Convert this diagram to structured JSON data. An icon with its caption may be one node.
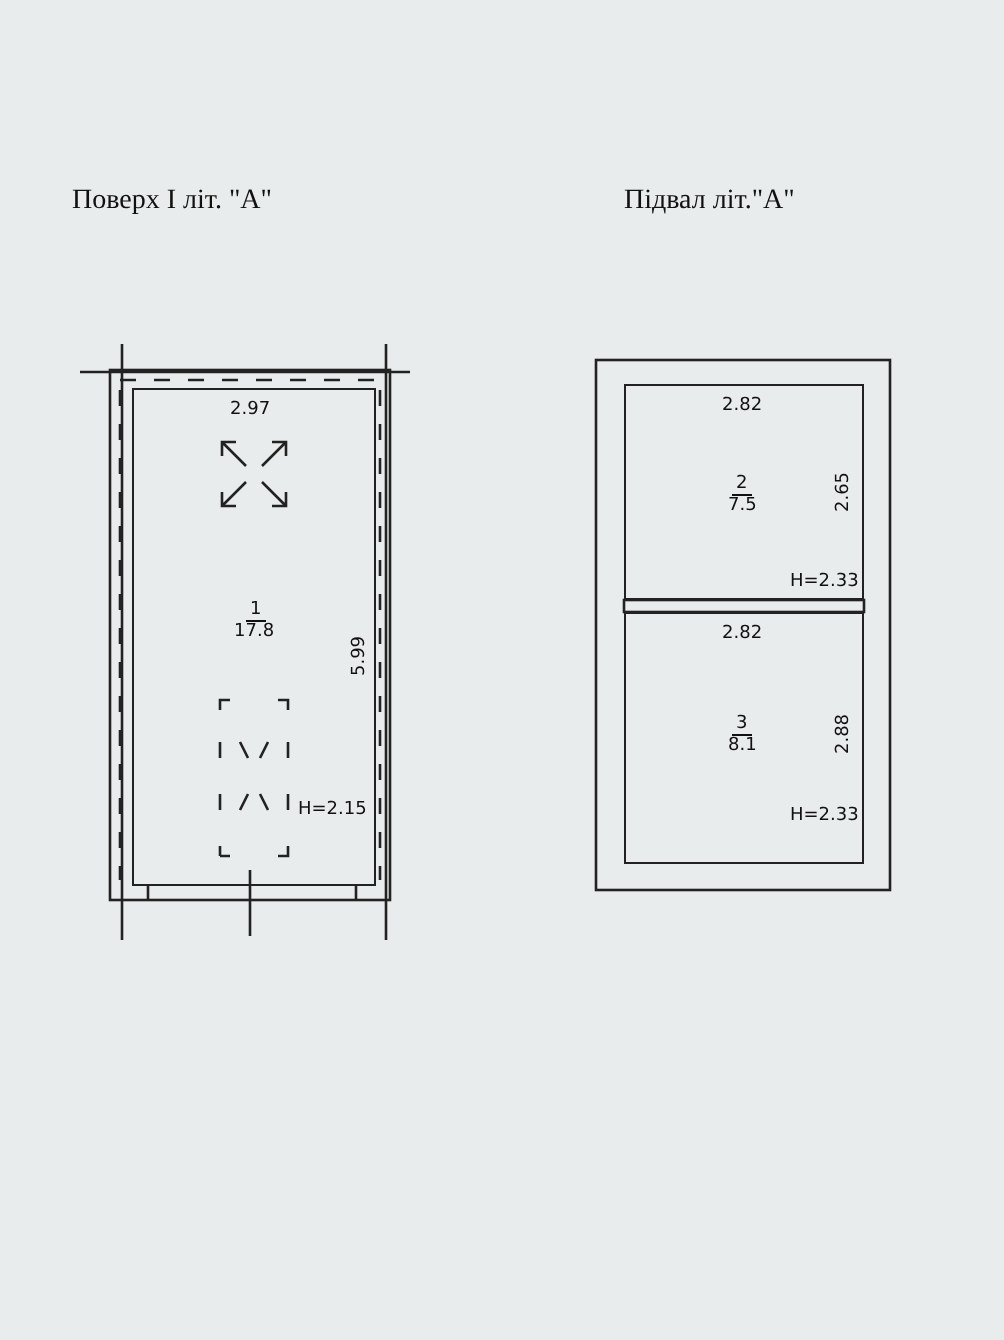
{
  "diagram": {
    "nodes": [
      {
        "text": [
          "2.97",
          "1",
          "17.8",
          "5.99",
          "H=2.15"
        ]
      },
      {
        "text": [
          "2.82",
          "2",
          "7.5",
          "2.65",
          "H=2.33"
        ]
      },
      {
        "text": [
          "2.82",
          "3",
          "8.1",
          "2.88",
          "H=2.33"
        ]
      }
    ],
    "labels": [
      "Поверх I  літ. \"А\"",
      "Підвал  літ.\"А\""
    ]
  }
}
